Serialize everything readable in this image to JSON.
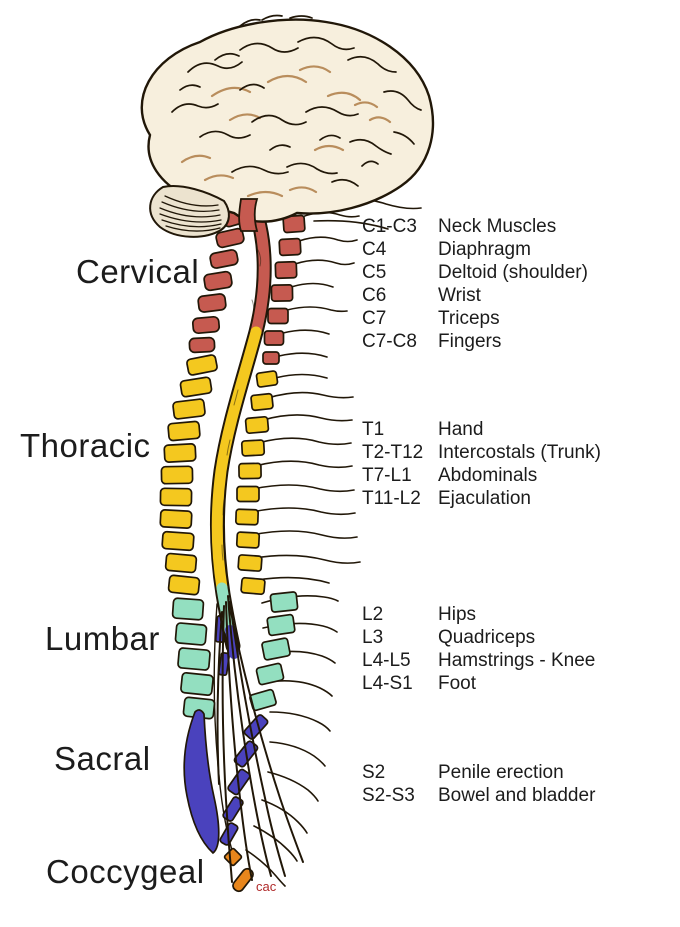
{
  "regions": [
    {
      "name": "Cervical",
      "color": "#c65a50"
    },
    {
      "name": "Thoracic",
      "color": "#f4c81f"
    },
    {
      "name": "Lumbar",
      "color": "#93dfc0"
    },
    {
      "name": "Sacral",
      "color": "#4a42bd"
    },
    {
      "name": "Coccygeal",
      "color": "#e8861c"
    }
  ],
  "labels": {
    "cervical": {
      "rows": [
        {
          "level": "C1-C3",
          "function": "Neck Muscles"
        },
        {
          "level": "C4",
          "function": "Diaphragm"
        },
        {
          "level": "C5",
          "function": "Deltoid (shoulder)"
        },
        {
          "level": "C6",
          "function": "Wrist"
        },
        {
          "level": "C7",
          "function": "Triceps"
        },
        {
          "level": "C7-C8",
          "function": "Fingers"
        }
      ]
    },
    "thoracic": {
      "rows": [
        {
          "level": "T1",
          "function": "Hand"
        },
        {
          "level": "T2-T12",
          "function": "Intercostals (Trunk)"
        },
        {
          "level": "T7-L1",
          "function": "Abdominals"
        },
        {
          "level": "T11-L2",
          "function": "Ejaculation"
        }
      ]
    },
    "lumbar": {
      "rows": [
        {
          "level": "L2",
          "function": "Hips"
        },
        {
          "level": "L3",
          "function": "Quadriceps"
        },
        {
          "level": "L4-L5",
          "function": "Hamstrings - Knee"
        },
        {
          "level": "L4-S1",
          "function": "Foot"
        }
      ]
    },
    "sacral": {
      "rows": [
        {
          "level": "S2",
          "function": "Penile erection"
        },
        {
          "level": "S2-S3",
          "function": "Bowel and bladder"
        }
      ]
    }
  },
  "annotations": {
    "cac": "cac"
  },
  "colors": {
    "background": "#ffffff",
    "cervical": "#c65a50",
    "thoracic": "#f4c81f",
    "lumbar": "#93dfc0",
    "sacral": "#4a42bd",
    "coccygeal": "#e8861c",
    "ink": "#211708",
    "brain_fill": "#f7efdd",
    "cerebellum_fill": "#ece3cf",
    "brain_shade": "#a9743c",
    "label_text": "#1c1c1c",
    "cac_text": "#b02a2a"
  }
}
